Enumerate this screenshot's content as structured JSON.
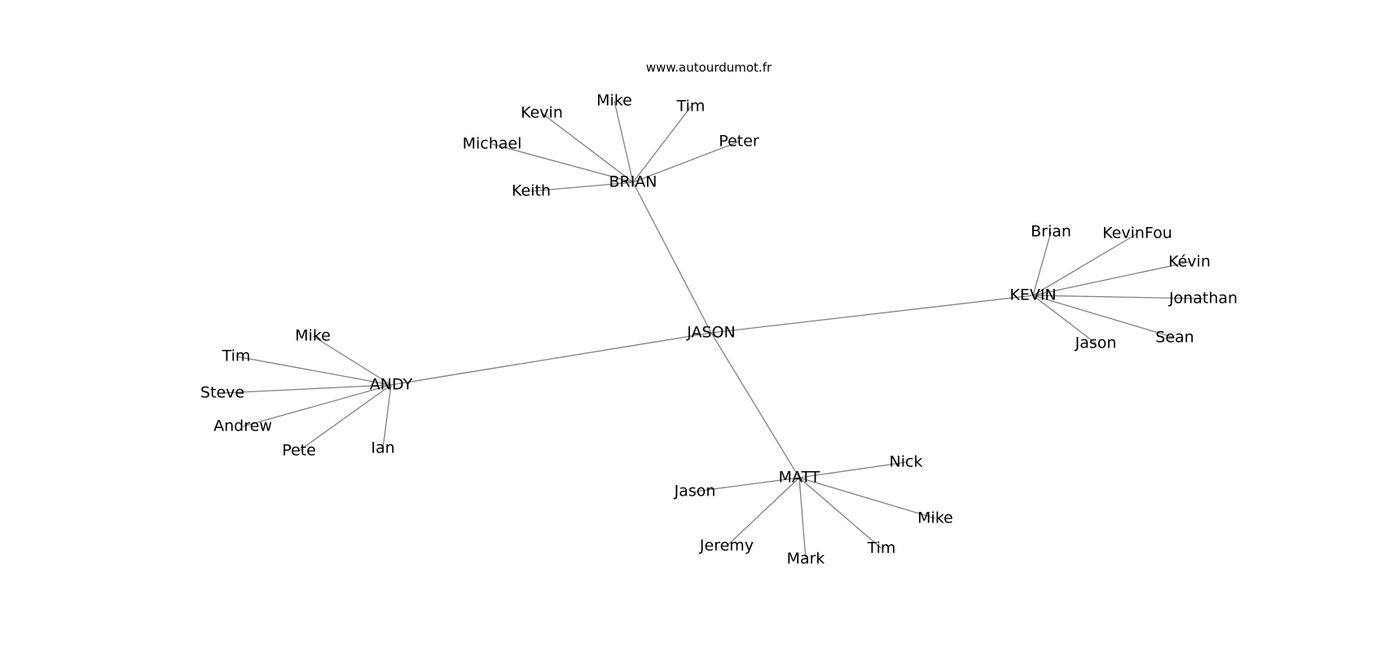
{
  "source_text": "www.autourdumot.fr",
  "edge_color": "#808080",
  "text_color": "#000000",
  "nodes": [
    {
      "id": "jason_c",
      "label": "JASON"
    },
    {
      "id": "brian_h",
      "label": "BRIAN"
    },
    {
      "id": "kevin_h",
      "label": "KEVIN"
    },
    {
      "id": "andy_h",
      "label": "ANDY"
    },
    {
      "id": "matt_h",
      "label": "MATT"
    },
    {
      "id": "b_kevin",
      "label": "Kevin"
    },
    {
      "id": "b_mike",
      "label": "Mike"
    },
    {
      "id": "b_tim",
      "label": "Tim"
    },
    {
      "id": "b_peter",
      "label": "Peter"
    },
    {
      "id": "b_michael",
      "label": "Michael"
    },
    {
      "id": "b_keith",
      "label": "Keith"
    },
    {
      "id": "k_brian",
      "label": "Brian"
    },
    {
      "id": "k_kevinfou",
      "label": "KevinFou"
    },
    {
      "id": "k_kevin2",
      "label": "Kévin"
    },
    {
      "id": "k_jonathan",
      "label": "Jonathan"
    },
    {
      "id": "k_sean",
      "label": "Sean"
    },
    {
      "id": "k_jason",
      "label": "Jason"
    },
    {
      "id": "a_mike",
      "label": "Mike"
    },
    {
      "id": "a_tim",
      "label": "Tim"
    },
    {
      "id": "a_steve",
      "label": "Steve"
    },
    {
      "id": "a_andrew",
      "label": "Andrew"
    },
    {
      "id": "a_pete",
      "label": "Pete"
    },
    {
      "id": "a_ian",
      "label": "Ian"
    },
    {
      "id": "m_nick",
      "label": "Nick"
    },
    {
      "id": "m_jason",
      "label": "Jason"
    },
    {
      "id": "m_mike",
      "label": "Mike"
    },
    {
      "id": "m_jeremy",
      "label": "Jeremy"
    },
    {
      "id": "m_mark",
      "label": "Mark"
    },
    {
      "id": "m_tim",
      "label": "Tim"
    }
  ],
  "edges": [
    [
      "jason_c",
      "brian_h"
    ],
    [
      "jason_c",
      "kevin_h"
    ],
    [
      "jason_c",
      "andy_h"
    ],
    [
      "jason_c",
      "matt_h"
    ],
    [
      "brian_h",
      "b_kevin"
    ],
    [
      "brian_h",
      "b_mike"
    ],
    [
      "brian_h",
      "b_tim"
    ],
    [
      "brian_h",
      "b_peter"
    ],
    [
      "brian_h",
      "b_michael"
    ],
    [
      "brian_h",
      "b_keith"
    ],
    [
      "kevin_h",
      "k_brian"
    ],
    [
      "kevin_h",
      "k_kevinfou"
    ],
    [
      "kevin_h",
      "k_kevin2"
    ],
    [
      "kevin_h",
      "k_jonathan"
    ],
    [
      "kevin_h",
      "k_sean"
    ],
    [
      "kevin_h",
      "k_jason"
    ],
    [
      "andy_h",
      "a_mike"
    ],
    [
      "andy_h",
      "a_tim"
    ],
    [
      "andy_h",
      "a_steve"
    ],
    [
      "andy_h",
      "a_andrew"
    ],
    [
      "andy_h",
      "a_pete"
    ],
    [
      "andy_h",
      "a_ian"
    ],
    [
      "matt_h",
      "m_nick"
    ],
    [
      "matt_h",
      "m_jason"
    ],
    [
      "matt_h",
      "m_mike"
    ],
    [
      "matt_h",
      "m_jeremy"
    ],
    [
      "matt_h",
      "m_mark"
    ],
    [
      "matt_h",
      "m_tim"
    ]
  ]
}
